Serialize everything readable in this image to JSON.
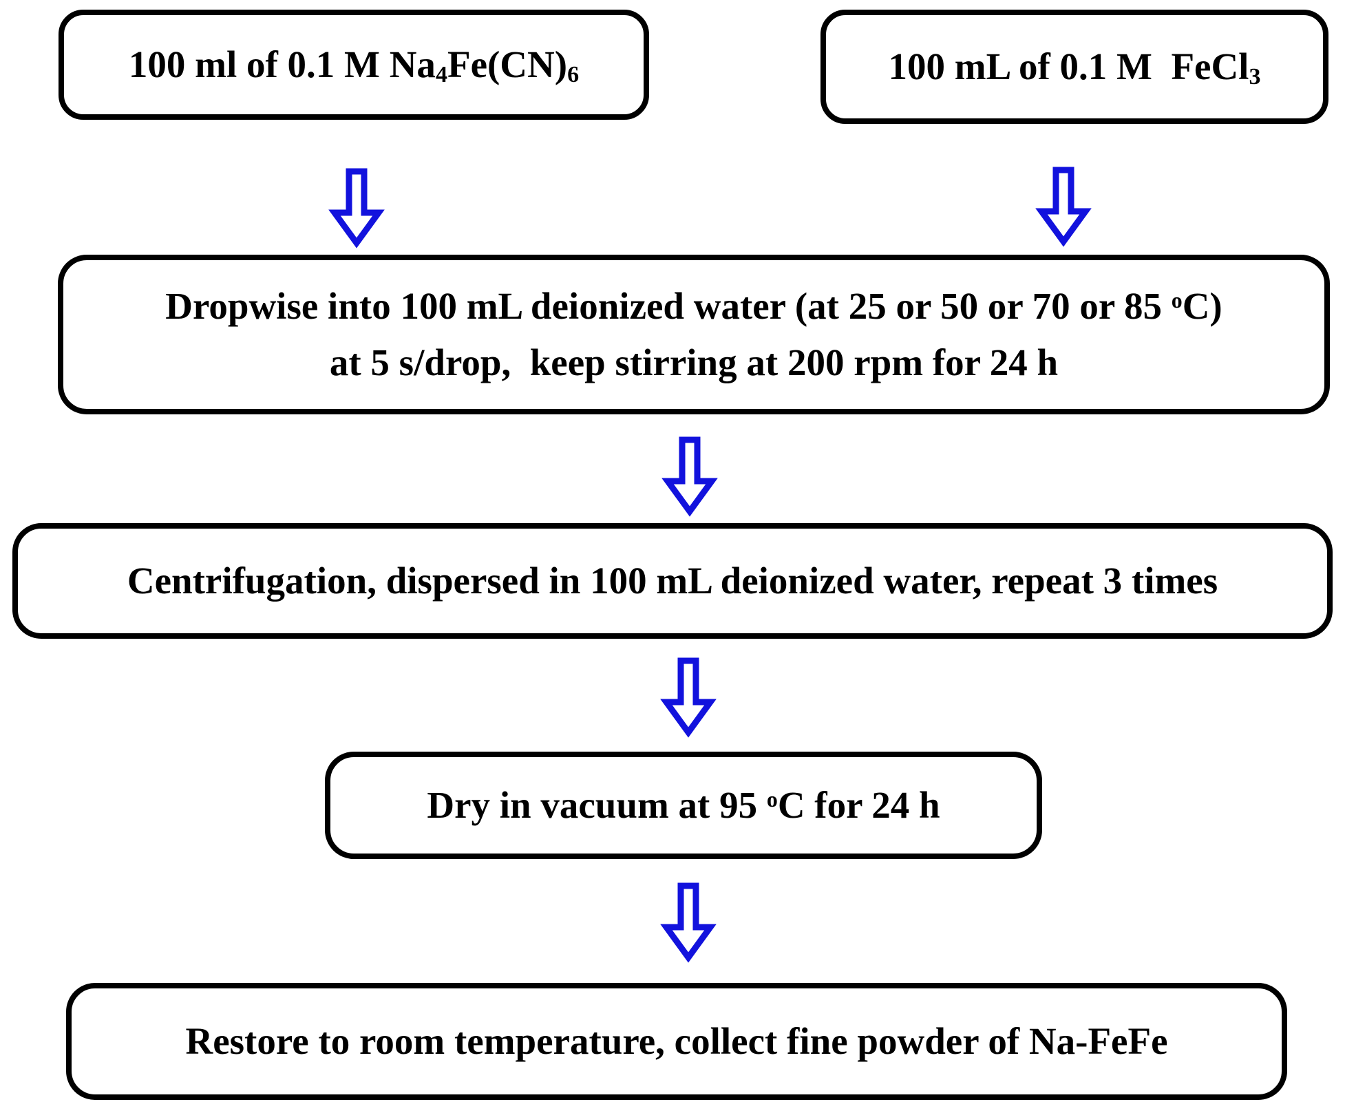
{
  "diagram": {
    "type": "flowchart",
    "background_color": "#ffffff",
    "box_border_color": "#000000",
    "text_color": "#000000",
    "arrow_color": "#1212dd",
    "nodes": [
      {
        "name": "reactant-left",
        "text": "100 ml of 0.1 M Na~4~Fe(CN)~6~"
      },
      {
        "name": "reactant-right",
        "text": "100 mL of 0.1 M  FeCl~3~"
      },
      {
        "name": "dropwise-step",
        "text": "Dropwise into 100 mL deionized water (at 25 or 50 or 70 or 85 ^o^C)\nat 5 s/drop,  keep stirring at 200 rpm for 24 h"
      },
      {
        "name": "centrifugation-step",
        "text": "Centrifugation, dispersed in 100 mL deionized water, repeat 3 times"
      },
      {
        "name": "dry-step",
        "text": "Dry in vacuum at 95 ^o^C for 24 h"
      },
      {
        "name": "restore-step",
        "text": "Restore to room temperature, collect fine powder of Na-FeFe"
      }
    ],
    "edges": [
      {
        "from": "reactant-left",
        "to": "dropwise-step"
      },
      {
        "from": "reactant-right",
        "to": "dropwise-step"
      },
      {
        "from": "dropwise-step",
        "to": "centrifugation-step"
      },
      {
        "from": "centrifugation-step",
        "to": "dry-step"
      },
      {
        "from": "dry-step",
        "to": "restore-step"
      }
    ]
  }
}
